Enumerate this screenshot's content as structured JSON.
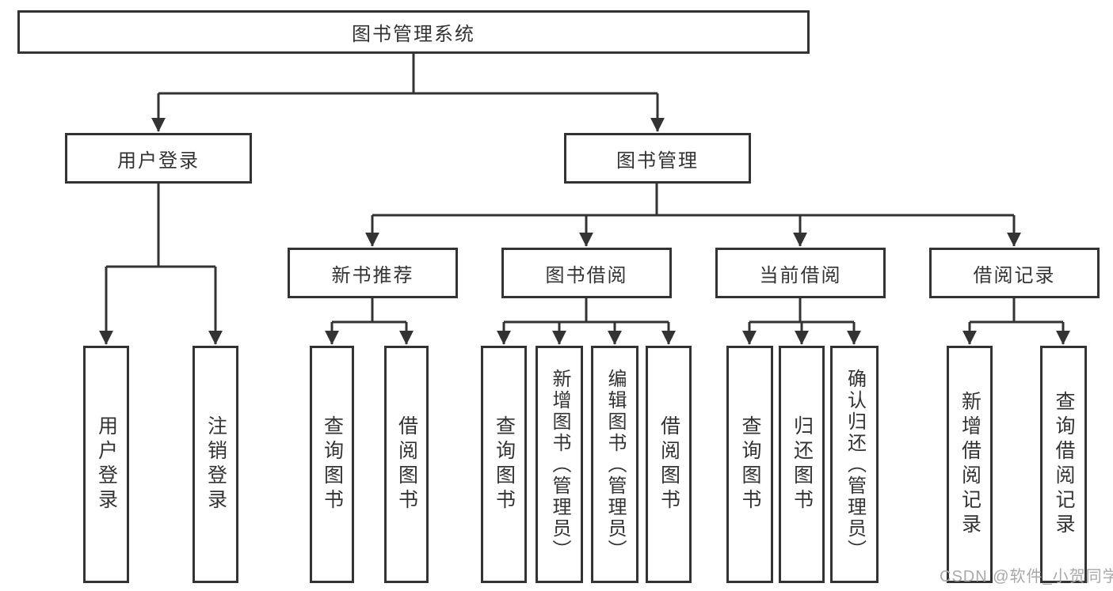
{
  "diagram": {
    "root_label": "图书管理系统",
    "nodes": {
      "user_login": "用户登录",
      "book_mgmt": "图书管理",
      "new_books": "新书推荐",
      "book_borrow": "图书借阅",
      "current_borrow": "当前借阅",
      "borrow_records": "借阅记录"
    },
    "leaves": {
      "user_login_leaf": "用户登录",
      "logout": "注销登录",
      "nb_query": "查询图书",
      "nb_borrow": "借阅图书",
      "bb_query": "查询图书",
      "bb_add": "新增图书（管理员）",
      "bb_edit": "编辑图书（管理员）",
      "bb_borrow": "借阅图书",
      "cb_query": "查询图书",
      "cb_return": "归还图书",
      "cb_confirm": "确认归还（管理员）",
      "br_add": "新增借阅记录",
      "br_query": "查询借阅记录"
    }
  },
  "watermark": "CSDN @软件_小贺同学",
  "colors": {
    "line": "#333333",
    "box_border": "#333333",
    "box_bg": "#ffffff",
    "text": "#333333",
    "watermark": "#a9a9a9"
  }
}
